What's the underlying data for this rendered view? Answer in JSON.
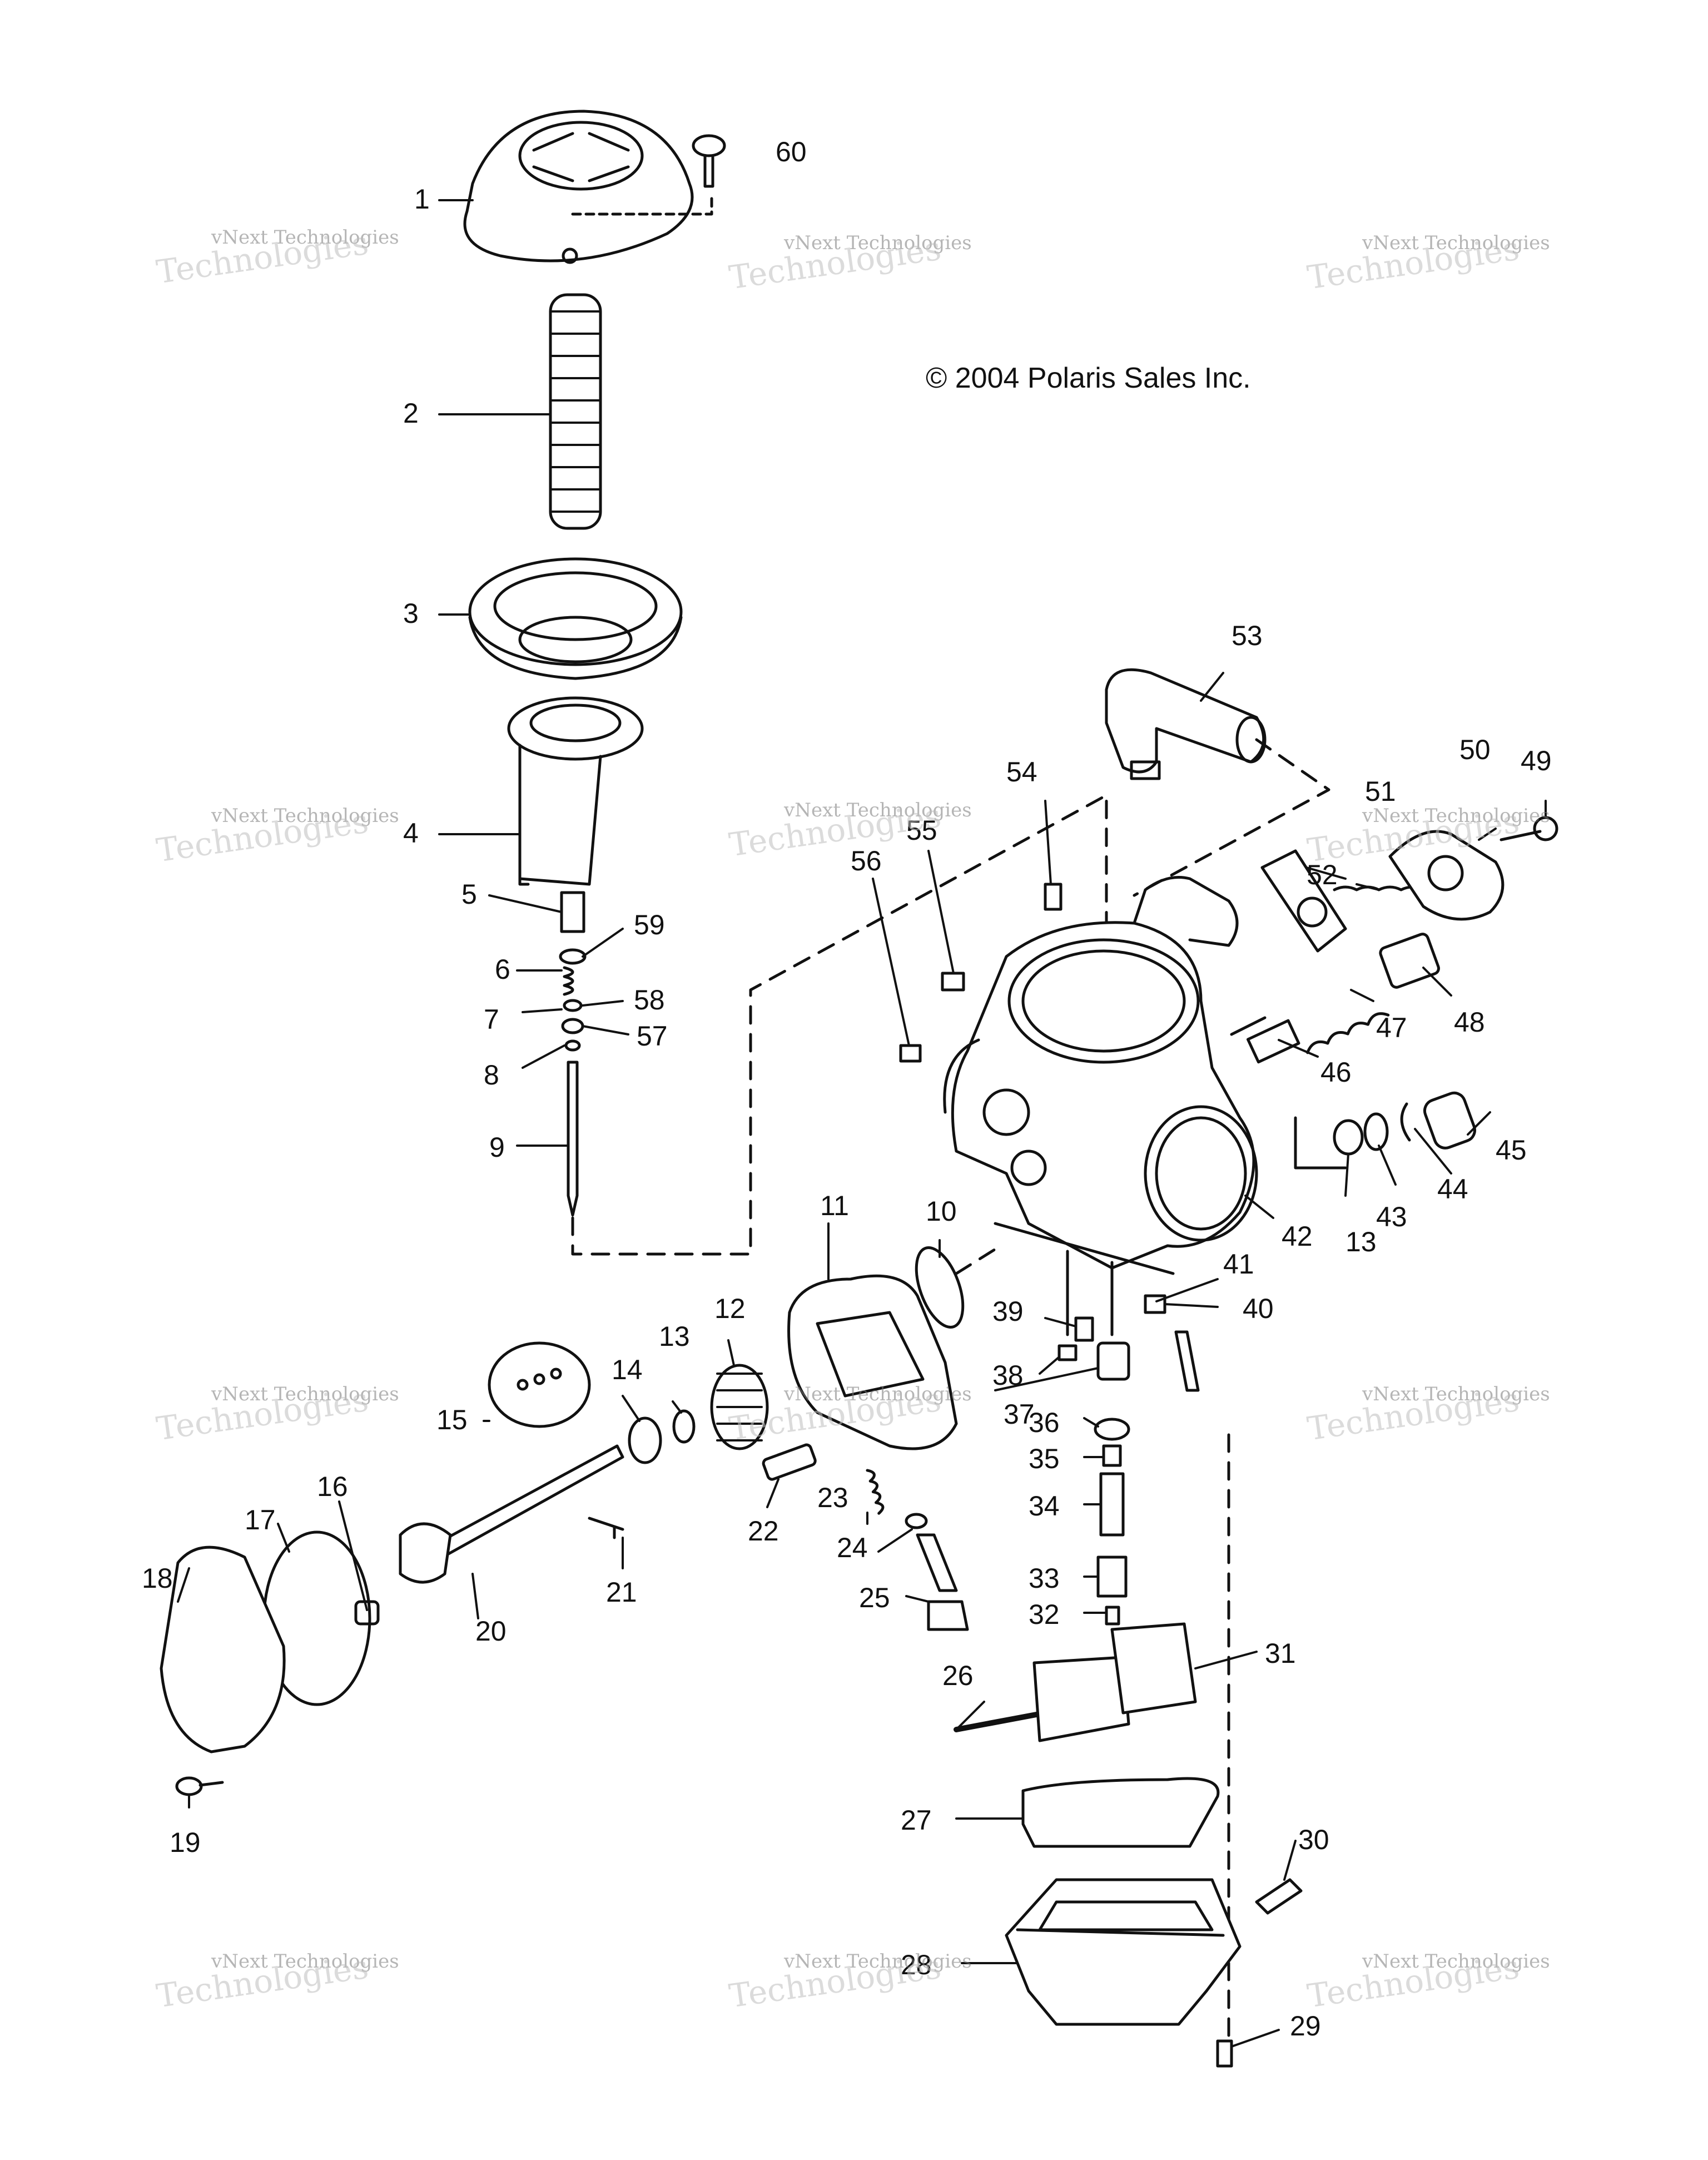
{
  "copyright": "© 2004 Polaris Sales Inc.",
  "watermark": {
    "line1": "vNext Technologies",
    "line2": "Technologies"
  },
  "parts": [
    "1",
    "2",
    "3",
    "4",
    "5",
    "6",
    "7",
    "8",
    "9",
    "10",
    "11",
    "12",
    "13",
    "13",
    "14",
    "15",
    "16",
    "17",
    "18",
    "19",
    "20",
    "21",
    "22",
    "23",
    "24",
    "25",
    "26",
    "27",
    "28",
    "29",
    "30",
    "31",
    "32",
    "33",
    "34",
    "35",
    "36",
    "37",
    "38",
    "39",
    "40",
    "41",
    "42",
    "43",
    "44",
    "45",
    "46",
    "47",
    "48",
    "49",
    "50",
    "51",
    "52",
    "53",
    "54",
    "55",
    "56",
    "57",
    "58",
    "59",
    "60"
  ]
}
